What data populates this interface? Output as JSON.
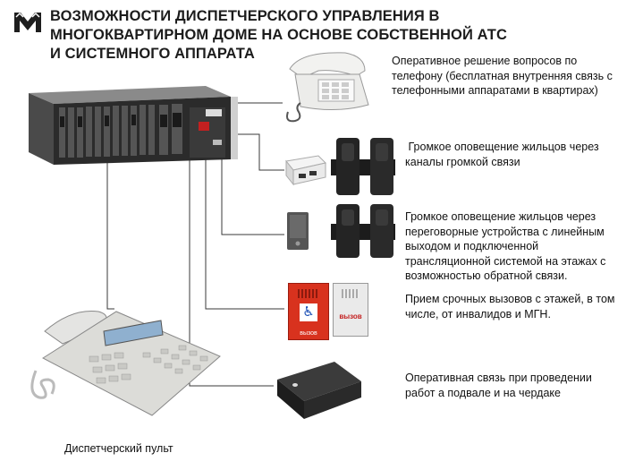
{
  "title": {
    "line1": "ВОЗМОЖНОСТИ ДИСПЕТЧЕРСКОГО УПРАВЛЕНИЯ В",
    "line2": "МНОГОКВАРТИРНОМ ДОМЕ НА ОСНОВЕ СОБСТВЕННОЙ АТС",
    "line3": "И СИСТЕМНОГО АППАРАТА"
  },
  "descriptions": {
    "phone": "Оперативное решение вопросов по телефону (бесплатная внутренняя связь с телефонными аппаратами в квартирах)",
    "loud": " Громкое оповещение жильцов через каналы громкой связи",
    "intercom": "Громкое оповещение жильцов через переговорные устройства с линейным выходом и подключенной трансляционной системой на этажах с возможностью обратной связи.",
    "emergency": "Прием срочных вызовов с этажей, в том числе, от инвалидов и МГН.",
    "basement": "Оперативная связь при проведении работ а подвале и на чердаке"
  },
  "caption": "Диспетчерский пульт",
  "devices": {
    "panel_call_label_red": "вызов",
    "panel_call_label_grey": "вызов"
  },
  "colors": {
    "line": "#3a3a3a",
    "rack": "#2b2b2b",
    "red_panel": "#d8321e"
  }
}
